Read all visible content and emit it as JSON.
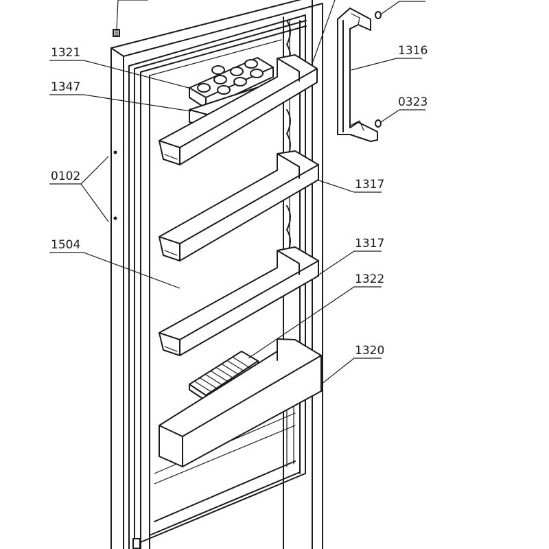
{
  "part_labels": {
    "p1321": "1321",
    "p1347": "1347",
    "p0102": "0102",
    "p1504": "1504",
    "p1316": "1316",
    "p0323": "0323",
    "p1317a": "1317",
    "p1317b": "1317",
    "p1322": "1322",
    "p1320": "1320"
  }
}
